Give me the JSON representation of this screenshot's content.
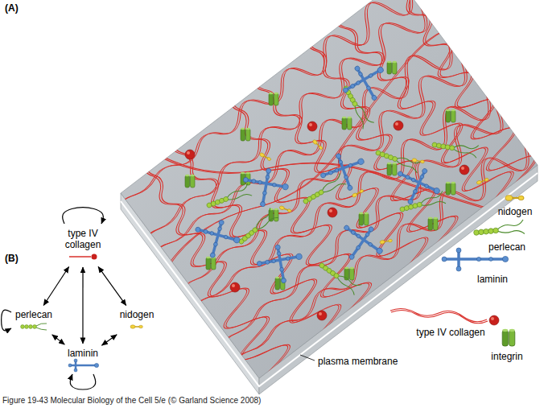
{
  "diagram": {
    "caption": "Figure 19-43 Molecular Biology of the Cell 5/e (© Garland Science 2008)",
    "nodes": [
      {
        "text": [
          "type IV collagen"
        ]
      },
      {
        "text": [
          "perlecan"
        ]
      },
      {
        "text": [
          "nidogen"
        ]
      },
      {
        "text": [
          "laminin"
        ]
      }
    ],
    "edges": [
      {
        "from": 0,
        "to": 0,
        "arrow": "to"
      },
      {
        "from": 0,
        "to": 1,
        "arrow": "both"
      },
      {
        "from": 0,
        "to": 2,
        "arrow": "both"
      },
      {
        "from": 0,
        "to": 3,
        "arrow": "both"
      },
      {
        "from": 1,
        "to": 1,
        "arrow": "to"
      },
      {
        "from": 1,
        "to": 3,
        "arrow": "both"
      },
      {
        "from": 2,
        "to": 3,
        "arrow": "both"
      },
      {
        "from": 3,
        "to": 3,
        "arrow": "to"
      }
    ],
    "labels": [
      "(A)",
      "(B)",
      "plasma membrane"
    ],
    "legend": [
      {
        "text": "nidogen"
      },
      {
        "text": "perlecan"
      },
      {
        "text": "laminin"
      },
      {
        "text": "type IV collagen"
      },
      {
        "text": "integrin"
      }
    ]
  }
}
